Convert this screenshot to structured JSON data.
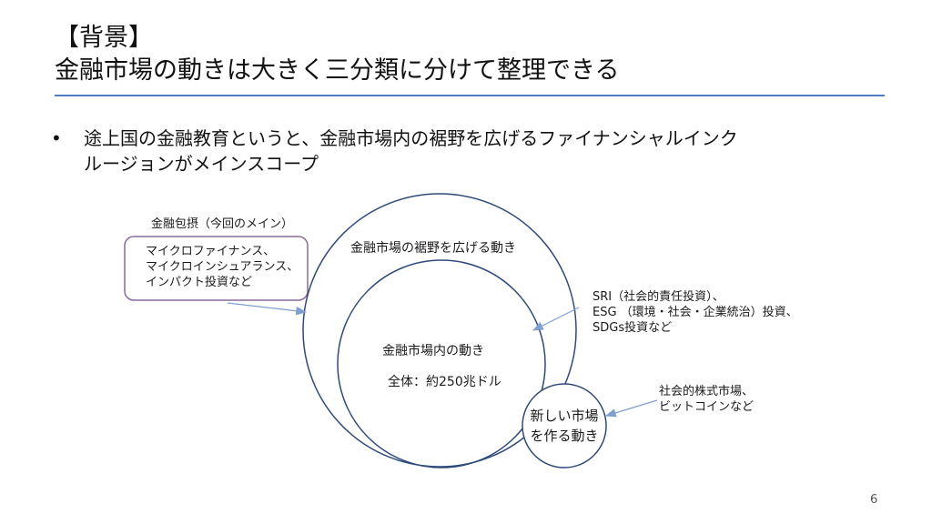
{
  "slide": {
    "title_line1": "【背景】",
    "title_line2": "金融市場の動きは大きく三分類に分けて整理できる",
    "bullet_marker": "•",
    "bullet_line1": "途上国の金融教育というと、金融市場内の裾野を広げるファイナンシャルインク",
    "bullet_line2": "ルージョンがメインスコープ",
    "page_number": "6"
  },
  "diagram": {
    "inclusion_caption": "金融包摂（今回のメイン）",
    "inclusion_box_lines": [
      "マイクロファイナンス、",
      "マイクロインシュアランス、",
      "インパクト投資など"
    ],
    "outer_circle_label": "金融市場の裾野を広げる動き",
    "inner_circle_label": "金融市場内の動き",
    "inner_circle_value": "全体：約250兆ドル",
    "small_circle_lines": [
      "新しい市場",
      "を作る動き"
    ],
    "esg_note_lines": [
      "SRI（社会的責任投資）、",
      "ESG （環境・社会・企業統治）投資、",
      "SDGs投資など"
    ],
    "new_market_note_lines": [
      "社会的株式市場、",
      "ビットコインなど"
    ],
    "colors": {
      "circle_stroke": "#2f4a7a",
      "box_stroke": "#8a6a9a",
      "arrow": "#7f9fcf",
      "title_rule": "#4f7bc0"
    }
  }
}
